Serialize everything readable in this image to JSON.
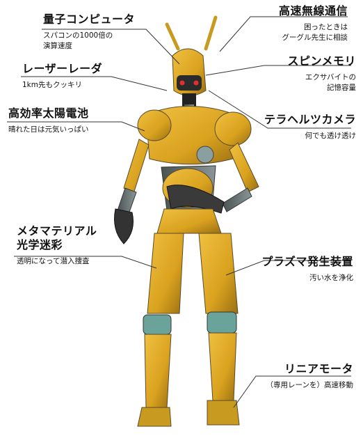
{
  "features": [
    {
      "id": "quantum",
      "title": "量子コンピュータ",
      "desc": [
        "スパコンの1000倍の",
        "演算速度"
      ]
    },
    {
      "id": "laser",
      "title": "レーザーレーダ",
      "desc": [
        "1km先もクッキリ"
      ]
    },
    {
      "id": "solar",
      "title": "高効率太陽電池",
      "desc": [
        "晴れた日は元気いっぱい"
      ]
    },
    {
      "id": "meta",
      "title": "メタマテリアル\n光学迷彩",
      "desc": [
        "透明になって潜入捜査"
      ]
    },
    {
      "id": "comm",
      "title": "高速無線通信",
      "desc": [
        "困ったときは",
        "グーグル先生に相談"
      ]
    },
    {
      "id": "spin",
      "title": "スピンメモリ",
      "desc": [
        "エクサバイトの",
        "記憶容量"
      ]
    },
    {
      "id": "thz",
      "title": "テラヘルツカメラ",
      "desc": [
        "何でも透け透け"
      ]
    },
    {
      "id": "plasma",
      "title": "プラズマ発生装置",
      "desc": [
        "汚い水を浄化"
      ]
    },
    {
      "id": "linear",
      "title": "リニアモータ",
      "desc": [
        "（専用レーンを）高速移動"
      ]
    }
  ],
  "colors": {
    "body": "#d9a21f",
    "dark": "#5a4a2a",
    "joint": "#6a7a7a",
    "line": "#333333"
  }
}
